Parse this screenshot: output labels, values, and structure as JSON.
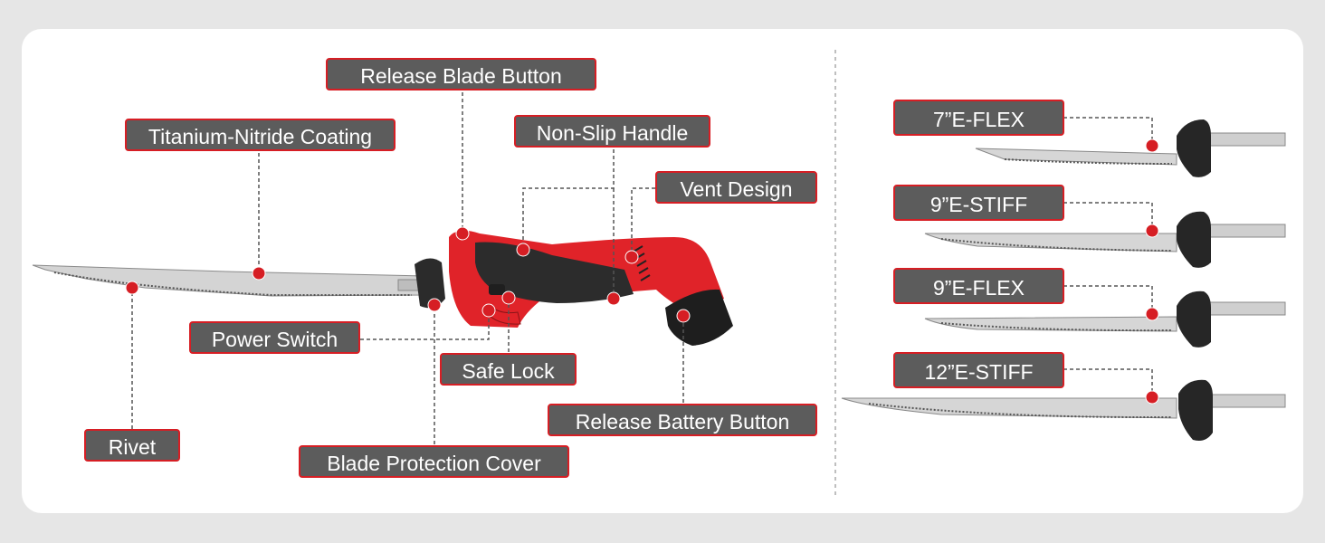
{
  "labels": {
    "release_blade_button": "Release Blade Button",
    "titanium_nitride_coating": "Titanium-Nitride Coating",
    "non_slip_handle": "Non-Slip Handle",
    "vent_design": "Vent Design",
    "power_switch": "Power Switch",
    "safe_lock": "Safe Lock",
    "release_battery_button": "Release Battery Button",
    "rivet": "Rivet",
    "blade_protection_cover": "Blade Protection Cover"
  },
  "blades": [
    {
      "label": "7”E-FLEX"
    },
    {
      "label": "9”E-STIFF"
    },
    {
      "label": "9”E-FLEX"
    },
    {
      "label": "12”E-STIFF"
    }
  ],
  "colors": {
    "accent_red": "#d61e24",
    "label_bg": "#5c5c5c",
    "page_bg": "#e6e6e6",
    "card_bg": "#ffffff"
  }
}
